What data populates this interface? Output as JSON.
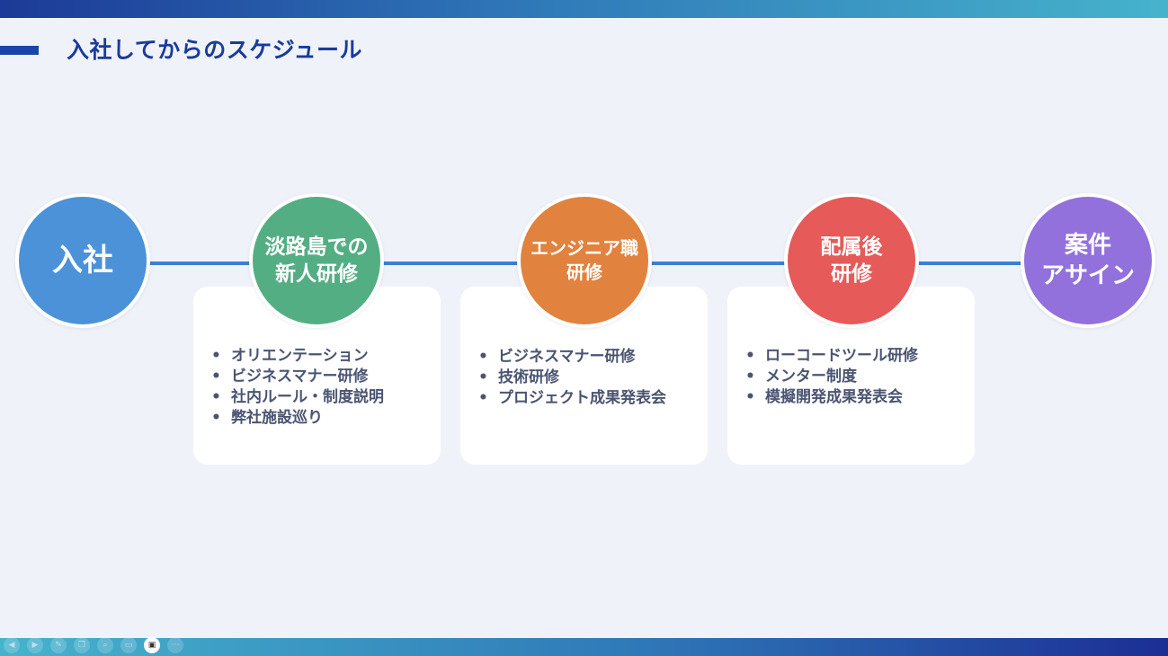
{
  "slide": {
    "title": "入社してからのスケジュール",
    "colors": {
      "title": "#1b3a9c",
      "timeline": "#3a80d0",
      "stage1": "#4b92d8",
      "stage2": "#54ae83",
      "stage3": "#e1823e",
      "stage4": "#e65a5a",
      "stage5": "#9271dc"
    }
  },
  "stages": [
    {
      "lines": [
        "入社"
      ]
    },
    {
      "lines": [
        "淡路島での",
        "新人研修"
      ]
    },
    {
      "lines": [
        "エンジニア職",
        "研修"
      ]
    },
    {
      "lines": [
        "配属後",
        "研修"
      ]
    },
    {
      "lines": [
        "案件",
        "アサイン"
      ]
    }
  ],
  "cards": [
    {
      "items": [
        "オリエンテーション",
        "ビジネスマナー研修",
        "社内ルール・制度説明",
        "弊社施設巡り"
      ]
    },
    {
      "items": [
        "ビジネスマナー研修",
        "技術研修",
        "プロジェクト成果発表会"
      ]
    },
    {
      "items": [
        "ローコードツール研修",
        "メンター制度",
        "模擬開発成果発表会"
      ]
    }
  ],
  "toolbar": {
    "buttons": [
      {
        "icon": "previous-icon",
        "glyph": "◀"
      },
      {
        "icon": "next-icon",
        "glyph": "▶"
      },
      {
        "icon": "pen-icon",
        "glyph": "✎"
      },
      {
        "icon": "slides-icon",
        "glyph": "❐"
      },
      {
        "icon": "zoom-icon",
        "glyph": "⌕"
      },
      {
        "icon": "subtitles-icon",
        "glyph": "▭"
      },
      {
        "icon": "camera-icon",
        "glyph": "▣"
      },
      {
        "icon": "more-icon",
        "glyph": "⋯"
      }
    ]
  }
}
